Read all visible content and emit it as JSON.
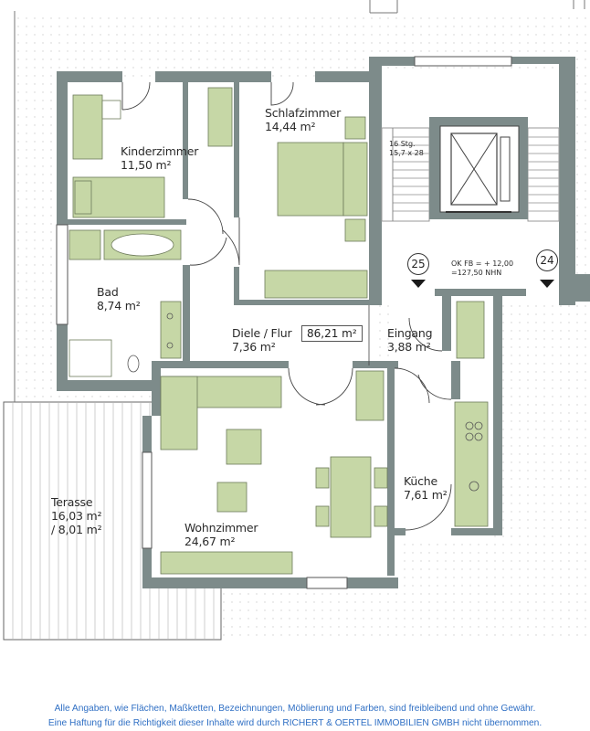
{
  "colors": {
    "wall": "#7d8b8a",
    "furniture": "#c6d7a6",
    "furniture_stroke": "#6d7a5a",
    "text": "#2b2b2b",
    "disclaimer": "#2f6fc4",
    "hatch": "#d9d9d9"
  },
  "rooms": {
    "kinderzimmer": {
      "name": "Kinderzimmer",
      "area": "11,50 m²"
    },
    "schlafzimmer": {
      "name": "Schlafzimmer",
      "area": "14,44 m²"
    },
    "bad": {
      "name": "Bad",
      "area": "8,74 m²"
    },
    "diele": {
      "name": "Diele / Flur",
      "area": "7,36 m²"
    },
    "eingang": {
      "name": "Eingang",
      "area": "3,88 m²"
    },
    "kueche": {
      "name": "Küche",
      "area": "7,61 m²"
    },
    "wohnzimmer": {
      "name": "Wohnzimmer",
      "area": "24,67 m²"
    },
    "terasse": {
      "name": "Terasse",
      "area": "16,03 m²",
      "area_alt": "/ 8,01 m²"
    }
  },
  "total_area": "86,21 m²",
  "stair": {
    "line1": "16 Stg.",
    "line2": "15,7 x 28"
  },
  "level": {
    "line1": "OK FB = + 12,00",
    "line2": "=127,50 NHN"
  },
  "unit_markers": [
    "25",
    "24"
  ],
  "disclaimer": {
    "line1": "Alle Angaben, wie Flächen, Maßketten, Bezeichnungen, Möblierung und Farben, sind freibleibend und ohne Gewähr.",
    "line2": "Eine Haftung für die Richtigkeit dieser Inhalte wird durch RICHERT & OERTEL IMMOBILIEN GMBH nicht übernommen."
  }
}
